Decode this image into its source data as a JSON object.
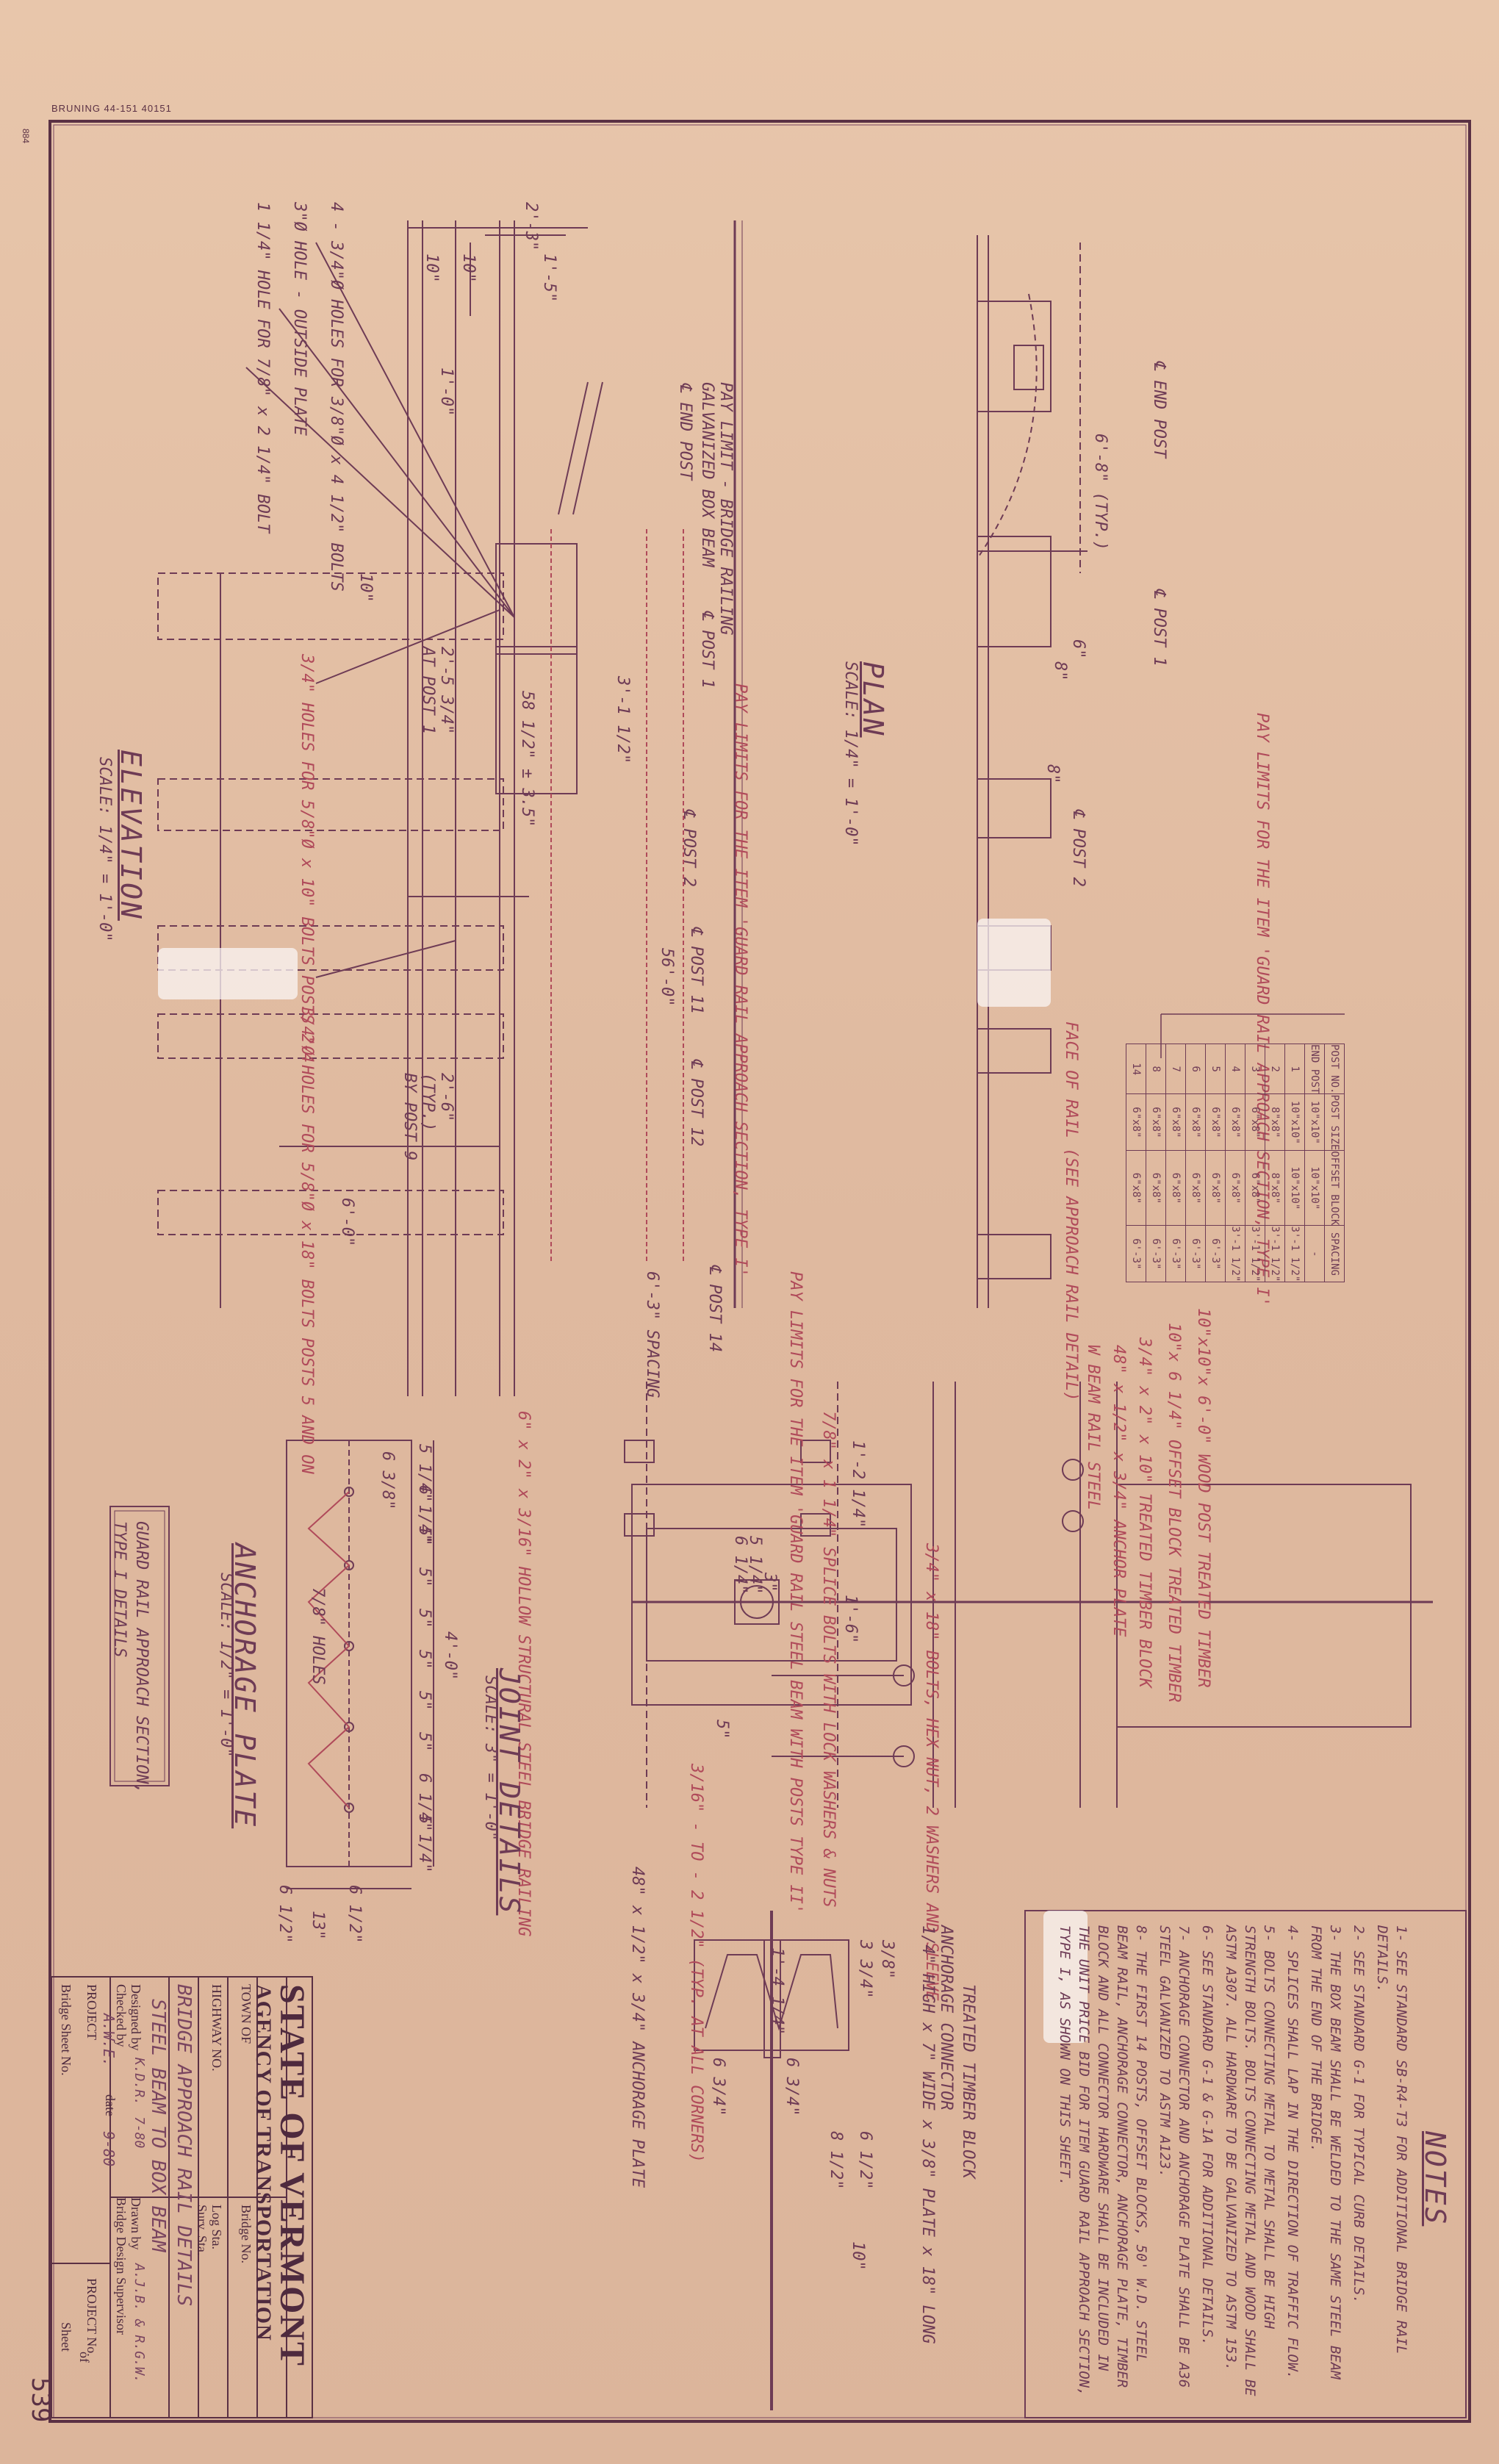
{
  "header": {
    "brand_stamp": "BRUNING 44-151 40151",
    "edge_code": "884"
  },
  "title_block": {
    "agency_line1": "STATE OF VERMONT",
    "agency_line2": "AGENCY OF TRANSPORTATION",
    "town_label": "TOWN OF",
    "highway_label": "HIGHWAY NO.",
    "bridge_no_label": "Bridge No.",
    "log_sta_label": "Log Sta.",
    "surv_sta_label": "Surv. Sta.",
    "sheet_title_1": "BRIDGE APPROACH RAIL DETAILS",
    "sheet_title_2": "STEEL BEAM TO BOX BEAM",
    "designed_label": "Designed by",
    "designed_value": "K.D.R.",
    "designed_date": "7-80",
    "drawn_label": "Drawn by",
    "drawn_value": "A.J.B. & R.G.W.",
    "checked_label": "Checked by",
    "checked_value": "A.W.E.",
    "checked_date": "9-80",
    "date_label": "date",
    "bridge_design_sup_label": "Bridge Design Supervisor",
    "project_label": "PROJECT",
    "project_no_label": "PROJECT No.",
    "bridge_sheet_label": "Bridge Sheet No.",
    "sheet_label": "Sheet",
    "of_label": "of",
    "sheet_number": "539"
  },
  "views": {
    "elevation": {
      "title": "ELEVATION",
      "scale": "SCALE: 1/4\" = 1'-0\""
    },
    "plan": {
      "title": "PLAN",
      "scale": "SCALE: 1/4\" = 1'-0\""
    },
    "joint": {
      "title": "JOINT DETAILS",
      "scale": "SCALE: 3\" = 1'-0\""
    },
    "anchorage": {
      "title": "ANCHORAGE PLATE",
      "scale": "SCALE: 1/2\" = 1'-0\""
    }
  },
  "boxed_label": {
    "line1": "GUARD RAIL APPROACH SECTION,",
    "line2": "TYPE I DETAILS"
  },
  "elevation_labels": {
    "dim_top": "2'-3\"",
    "dim_10a": "10\"",
    "dim_10b": "10\"",
    "dim_15": "1'-5\"",
    "dim_1_0": "1'-0\"",
    "hole_note_1": "4 - 3/4\"Ø HOLES FOR 3/8\"Ø x 4 1/2\" BOLTS",
    "hole_note_2": "3\"Ø HOLE - OUTSIDE PLATE",
    "hole_note_3": "1 1/4\" HOLE FOR 7/8\" x 2 1/4\" BOLT",
    "pay_limit_1": "PAY LIMIT - BRIDGE RAILING",
    "pay_limit_2": "GALVANIZED BOX BEAM",
    "end_post": "℄ END POST",
    "post1": "℄ POST 1",
    "post2": "℄ POST 2",
    "post11": "℄ POST 11",
    "post12": "℄ POST 12",
    "post14": "℄ POST 14",
    "pay_limit_guard": "PAY LIMITS FOR THE ITEM 'GUARD RAIL APPROACH SECTION, TYPE I'",
    "dim_2_5_3_4": "2'-5 3/4\"",
    "at_post_1": "AT POST 1",
    "dim_3_1_1_2": "3'-1 1/2\"",
    "dim_58": "58 1/2\" ± 3.5\"",
    "dim_56": "56'-0\"",
    "hole_note_4": "3/4\" HOLES FOR 5/8\"Ø x 10\" BOLTS POSTS 2-4",
    "hole_note_5": "3/4\"Ø HOLES FOR 5/8\"Ø x 18\" BOLTS POSTS 5 AND ON",
    "dim_2_6": "2'-6\"",
    "typ": "(TYP.)",
    "by_post_9": "BY POST 9",
    "dim_6_0": "6'-0\"",
    "dim_6_3": "6'-3\" SPACING",
    "pay_limits_steel": "PAY LIMITS FOR THE ITEM 'GUARD RAIL STEEL BEAM WITH POSTS TYPE II'",
    "rail_note": "6\" x 2\" x 3/16\" HOLLOW STRUCTURAL STEEL BRIDGE RAILING",
    "dim_10_side": "10\""
  },
  "plan_labels": {
    "end_post": "℄ END POST",
    "post1": "℄ POST 1",
    "post2": "℄ POST 2",
    "dim_6_8": "6'-8\" (TYP.)",
    "dim_6": "6\"",
    "dim_8": "8\"",
    "dim_8b": "8\"",
    "pay_limits": "PAY LIMITS FOR THE ITEM 'GUARD RAIL APPROACH SECTION, TYPE I'",
    "face_of_rail": "FACE OF RAIL (SEE APPROACH RAIL DETAIL)"
  },
  "spacing_table": {
    "headers": [
      "POST NO.",
      "POST SIZE",
      "OFFSET BLOCK",
      "SPACING"
    ],
    "rows": [
      [
        "END POST",
        "10\"x10\"",
        "10\"x10\"",
        "-"
      ],
      [
        "1",
        "10\"x10\"",
        "10\"x10\"",
        "3'-1 1/2\""
      ],
      [
        "2",
        "8\"x8\"",
        "8\"x8\"",
        "3'-1 1/2\""
      ],
      [
        "3",
        "6\"x8\"",
        "6\"x8\"",
        "3'-1 1/2\""
      ],
      [
        "4",
        "6\"x8\"",
        "6\"x8\"",
        "3'-1 1/2\""
      ],
      [
        "5",
        "6\"x8\"",
        "6\"x8\"",
        "6'-3\""
      ],
      [
        "6",
        "6\"x8\"",
        "6\"x8\"",
        "6'-3\""
      ],
      [
        "7",
        "6\"x8\"",
        "6\"x8\"",
        "6'-3\""
      ],
      [
        "8",
        "6\"x8\"",
        "6\"x8\"",
        "6'-3\""
      ],
      [
        "14",
        "6\"x8\"",
        "6\"x8\"",
        "6'-3\""
      ]
    ]
  },
  "joint_labels": {
    "dim_1_2_1_4": "1'-2 1/4\"",
    "dim_1_6": "1'-6\"",
    "dim_6_1_4": "6 1/4\"",
    "dim_5": "5\"",
    "dim_3": "3\"",
    "dim_5_1_4": "5 1/4\"",
    "wood_post": "10\"x10\"x 6'-0\" WOOD POST TREATED TIMBER",
    "offset_block": "10\"x 6 1/4\" OFFSET BLOCK TREATED TIMBER",
    "bolts_note": "3/4\" x 18\" BOLTS, HEX NUT, 2 WASHERS AND SLEEVE",
    "threaded": "3/4\" x 2\" x 10\" TREATED TIMBER BLOCK",
    "plate_note": "48\" x 1/2\" x 3/4\" ANCHOR PLATE",
    "beam_rail": "W BEAM RAIL STEEL",
    "rail_splice": "7/8\" x 1 1/4\" SPLICE BOLTS WITH LOCK WASHERS & NUTS",
    "treated_block": "TREATED TIMBER BLOCK",
    "anchorage_connector": "ANCHORAGE CONNECTOR",
    "anchorage_connector_2": "1/4\" HIGH x 7\" WIDE x 3/8\" PLATE x 18\" LONG",
    "weld_note": "3/16\" - TO - 2 1/2\" (TYP. AT ALL CORNERS)",
    "anchorage_plate_ref": "48\" x 1/2\" x 3/4\" ANCHORAGE PLATE",
    "dim_14_1_4": "1'-4 1/4\"",
    "dim_6_3_4a": "6 3/4\"",
    "dim_6_3_4b": "6 3/4\"",
    "dim_3_3_4": "3 3/4\"",
    "dim_8_1_2": "8 1/2\"",
    "dim_6_1_2": "6 1/2\"",
    "dim_10": "10\"",
    "dim_3_8": "3/8\""
  },
  "anchorage_labels": {
    "dim_4_0": "4'-0\"",
    "dims_row": [
      "5 1/4\"",
      "6 1/4\"",
      "5\"",
      "5\"",
      "5\"",
      "5\"",
      "5\"",
      "5\"",
      "6 1/4\"",
      "5 1/4\""
    ],
    "holes": "7/8\" HOLES",
    "dim_6_1_2a": "6 1/2\"",
    "dim_6_1_2b": "6 1/2\"",
    "dim_13": "13\"",
    "dim_6_3_8": "6 3/8\""
  },
  "notes": {
    "heading": "NOTES",
    "items": [
      "1- SEE STANDARD SB-R4-T3 FOR ADDITIONAL BRIDGE RAIL DETAILS.",
      "2- SEE STANDARD G-1 FOR TYPICAL CURB DETAILS.",
      "3- THE BOX BEAM SHALL BE WELDED TO THE SAME STEEL BEAM FROM THE END OF THE BRIDGE.",
      "4- SPLICES SHALL LAP IN THE DIRECTION OF TRAFFIC FLOW.",
      "5- BOLTS CONNECTING METAL TO METAL SHALL BE HIGH STRENGTH BOLTS. BOLTS CONNECTING METAL AND WOOD SHALL BE ASTM A307. ALL HARDWARE TO BE GALVANIZED TO ASTM 153.",
      "6- SEE STANDARD G-1 & G-1A FOR ADDITIONAL DETAILS.",
      "7- ANCHORAGE CONNECTOR AND ANCHORAGE PLATE SHALL BE A36 STEEL GALVANIZED TO ASTM A123.",
      "8- THE FIRST 14 POSTS, OFFSET BLOCKS, 50' W.D. STEEL BEAM RAIL, ANCHORAGE CONNECTOR, ANCHORAGE PLATE, TIMBER BLOCK AND ALL CONNECTOR HARDWARE SHALL BE INCLUDED IN THE UNIT PRICE BID FOR ITEM GUARD RAIL APPROACH SECTION, TYPE I, AS SHOWN ON THIS SHEET."
    ]
  },
  "colors": {
    "paper": "#e2bca1",
    "ink": "#6e3b55",
    "red_ink": "#b04a5a",
    "border": "#5a3044"
  }
}
